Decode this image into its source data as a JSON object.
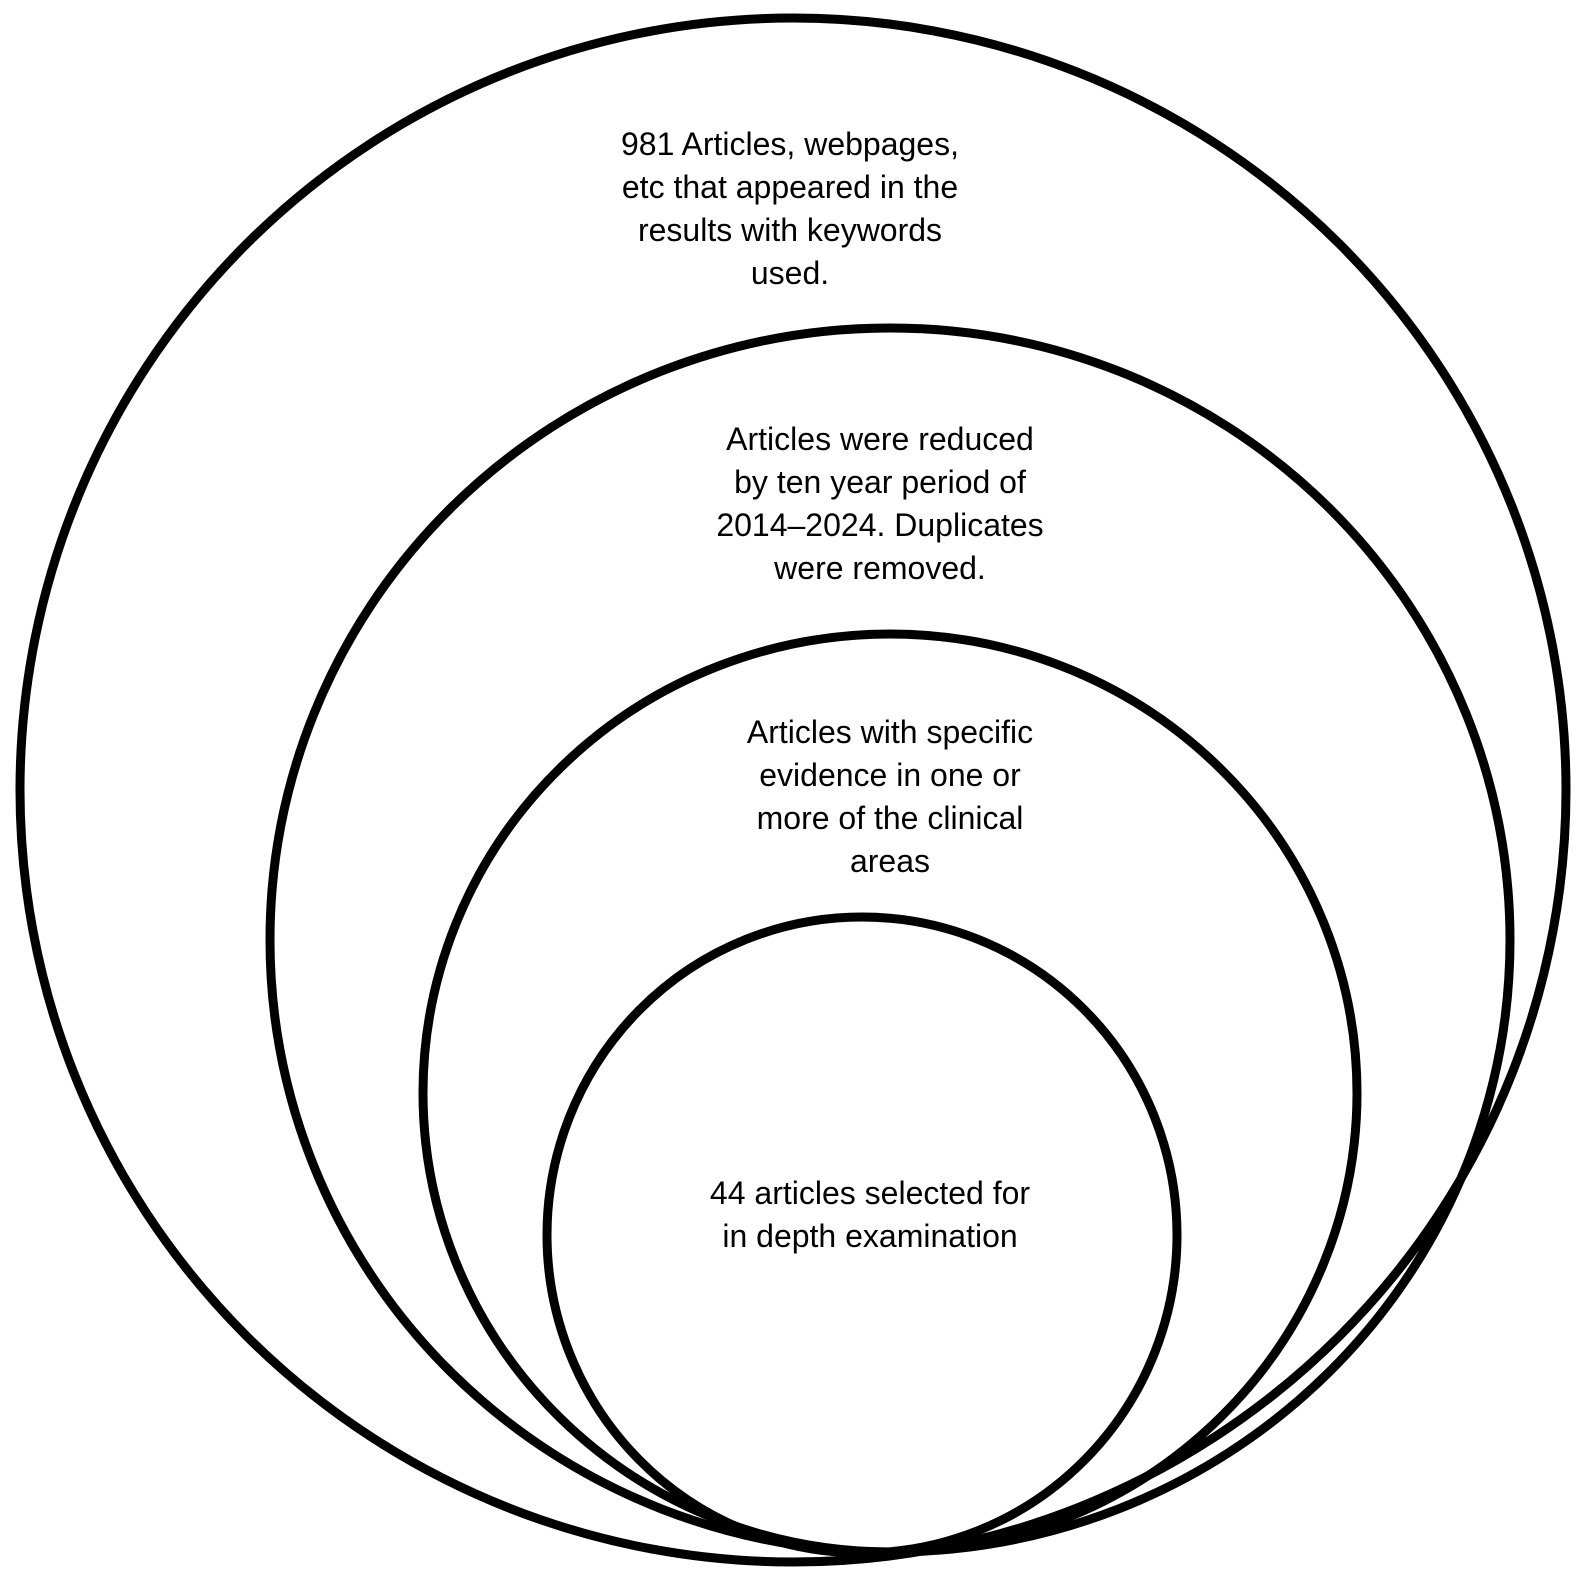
{
  "diagram": {
    "type": "nested-circles",
    "stages": [
      {
        "lines": [
          "981 Articles, webpages,",
          "etc that appeared in the",
          "results with keywords",
          "used."
        ]
      },
      {
        "lines": [
          "Articles were reduced",
          "by ten year period of",
          "2014–2024. Duplicates",
          "were removed."
        ]
      },
      {
        "lines": [
          "Articles with specific",
          "evidence in one or",
          "more of the clinical",
          "areas"
        ]
      },
      {
        "lines": [
          "44 articles selected for",
          "in depth examination"
        ]
      }
    ],
    "colors": {
      "stroke": "#000000",
      "background": "#ffffff"
    }
  }
}
